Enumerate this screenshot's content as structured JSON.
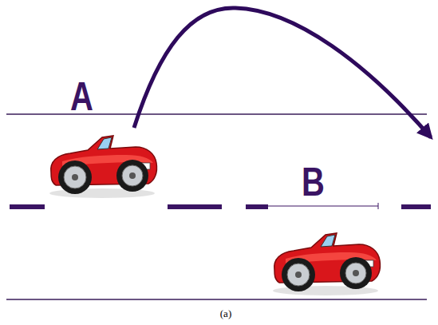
{
  "diagram": {
    "caption": "(a)",
    "labels": [
      "A",
      "B"
    ]
  }
}
